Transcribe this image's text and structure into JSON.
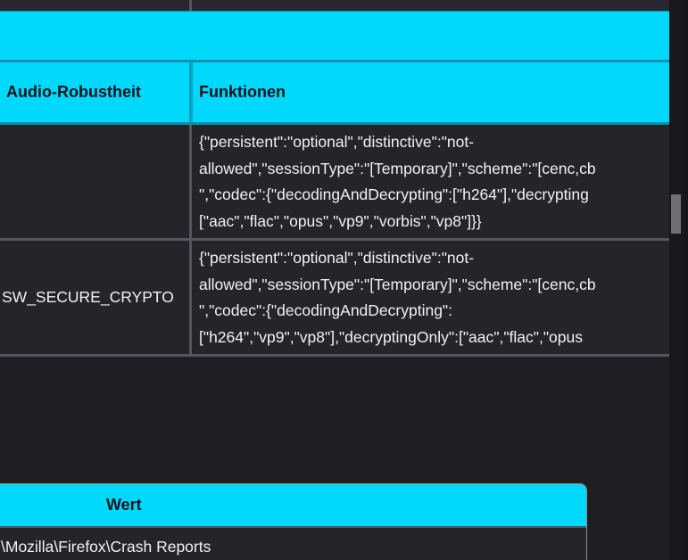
{
  "theme": {
    "accent_cyan": "#00d9fc",
    "teal_border": "#0e8dac",
    "gray_border": "#55555b",
    "row_bg": "#242429",
    "page_bg": "#1d1d22",
    "text_light": "#f2f2f4",
    "text_dark": "#111119"
  },
  "media_table": {
    "columns": [
      {
        "label": "Audio-Robustheit"
      },
      {
        "label": "Funktionen"
      }
    ],
    "rows": [
      {
        "robustness": "",
        "lines": [
          "{\"persistent\":\"optional\",\"distinctive\":\"not-",
          "allowed\",\"sessionType\":\"[Temporary]\",\"scheme\":\"[cenc,cb",
          "\",\"codec\":{\"decodingAndDecrypting\":[\"h264\"],\"decrypting",
          "[\"aac\",\"flac\",\"opus\",\"vp9\",\"vorbis\",\"vp8\"]}}"
        ]
      },
      {
        "robustness": "SW_SECURE_CRYPTO",
        "lines": [
          "{\"persistent\":\"optional\",\"distinctive\":\"not-",
          "allowed\",\"sessionType\":\"[Temporary]\",\"scheme\":\"[cenc,cb",
          "\",\"codec\":{\"decodingAndDecrypting\":",
          "[\"h264\",\"vp9\",\"vp8\"],\"decryptingOnly\":[\"aac\",\"flac\",\"opus"
        ]
      }
    ]
  },
  "bottom_table": {
    "header": "Wert",
    "row_value": "\\Mozilla\\Firefox\\Crash Reports"
  }
}
